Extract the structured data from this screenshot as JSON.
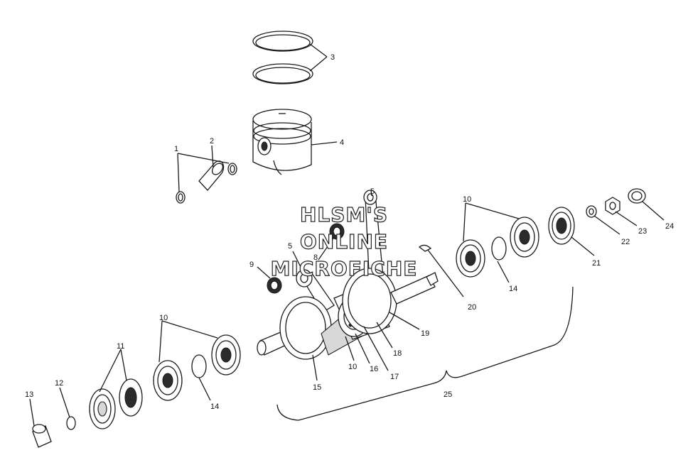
{
  "diagram": {
    "callouts": [
      "1",
      "2",
      "3",
      "4",
      "5",
      "5",
      "8",
      "9",
      "10",
      "10",
      "10",
      "11",
      "12",
      "13",
      "14",
      "14",
      "15",
      "16",
      "17",
      "18",
      "19",
      "20",
      "21",
      "22",
      "23",
      "24",
      "25"
    ]
  },
  "watermark": {
    "line1": "HLSM'S",
    "line2": "ONLINE",
    "line3": "MICROFICHE"
  }
}
